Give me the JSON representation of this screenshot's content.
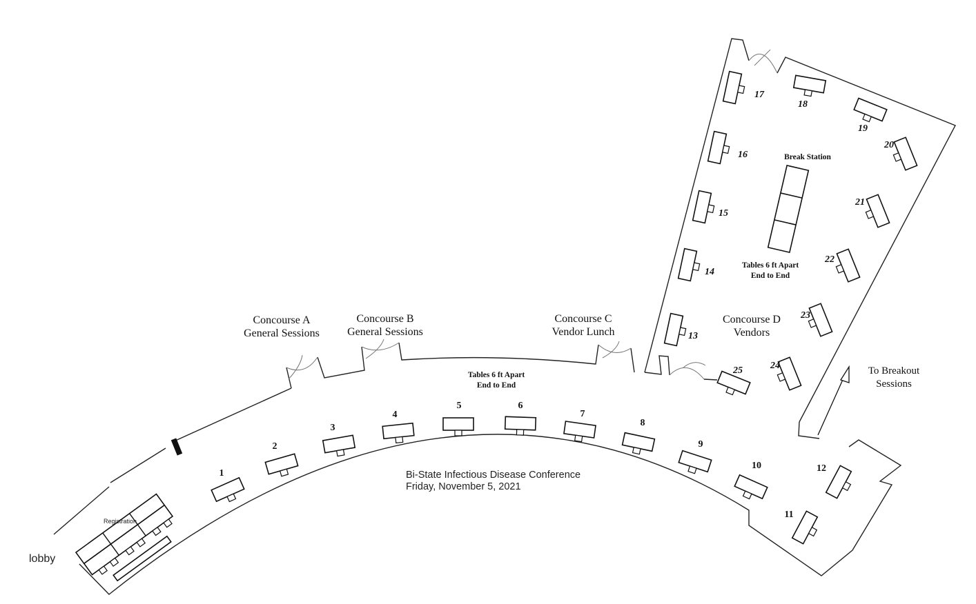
{
  "areas": {
    "lobby": "lobby",
    "registration": "Registration",
    "concourse_a": {
      "line1": "Concourse A",
      "line2": "General Sessions"
    },
    "concourse_b": {
      "line1": "Concourse B",
      "line2": "General Sessions"
    },
    "concourse_c": {
      "line1": "Concourse C",
      "line2": "Vendor Lunch"
    },
    "concourse_d": {
      "line1": "Concourse D",
      "line2": "Vendors"
    },
    "breakout": {
      "line1": "To Breakout",
      "line2": "Sessions"
    },
    "break_station": "Break Station"
  },
  "notes": {
    "tables_main": {
      "line1": "Tables 6 ft Apart",
      "line2": "End to End"
    },
    "tables_d": {
      "line1": "Tables 6 ft Apart",
      "line2": "End to End"
    }
  },
  "event": {
    "title": "Bi-State Infectious Disease Conference",
    "date": "Friday, November 5, 2021"
  },
  "booths": [
    "1",
    "2",
    "3",
    "4",
    "5",
    "6",
    "7",
    "8",
    "9",
    "10",
    "11",
    "12",
    "13",
    "14",
    "15",
    "16",
    "17",
    "18",
    "19",
    "20",
    "21",
    "22",
    "23",
    "24",
    "25"
  ]
}
